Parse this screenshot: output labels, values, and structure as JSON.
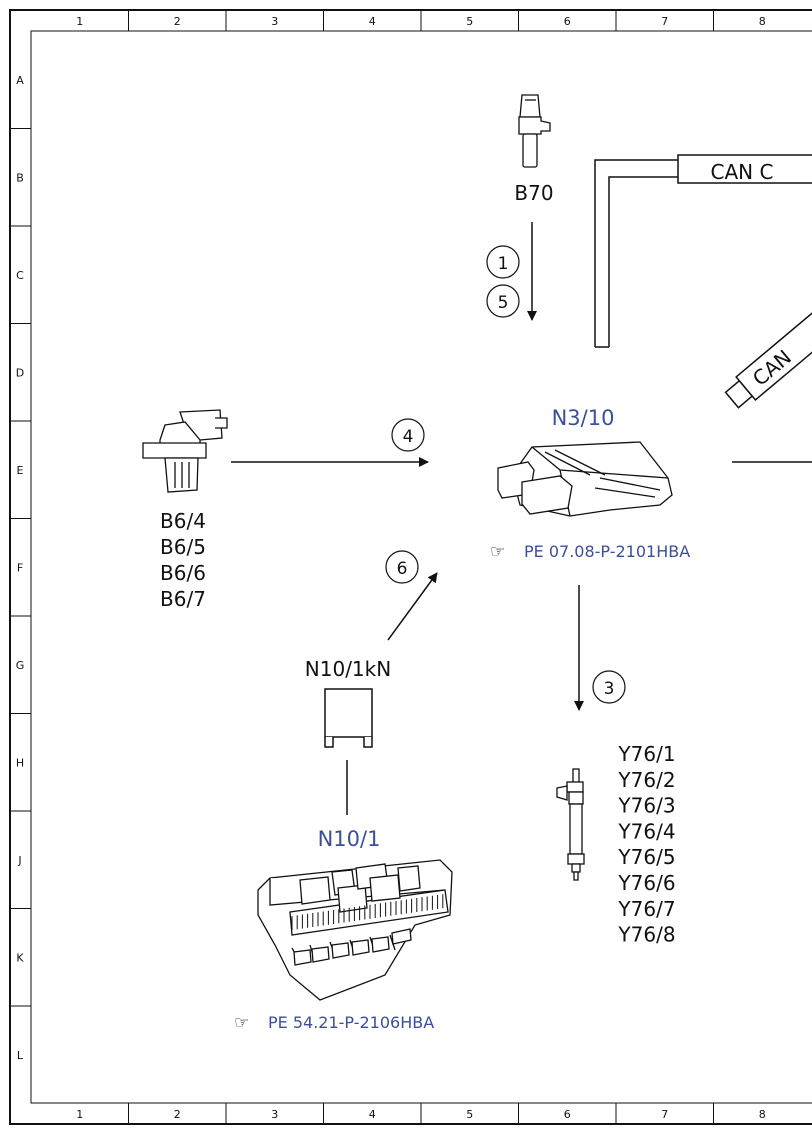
{
  "grid": {
    "columns": [
      "1",
      "2",
      "3",
      "4",
      "5",
      "6",
      "7",
      "8"
    ],
    "rows": [
      "A",
      "B",
      "C",
      "D",
      "E",
      "F",
      "G",
      "H",
      "J",
      "K",
      "L"
    ]
  },
  "components": {
    "b70": {
      "label": "B70"
    },
    "b6": {
      "labels": [
        "B6/4",
        "B6/5",
        "B6/6",
        "B6/7"
      ]
    },
    "n3_10": {
      "label": "N3/10",
      "ref": "PE 07.08-P-2101HBA"
    },
    "n10_1kn": {
      "label": "N10/1kN"
    },
    "n10_1": {
      "label": "N10/1",
      "ref": "PE 54.21-P-2106HBA"
    },
    "y76": {
      "labels": [
        "Y76/1",
        "Y76/2",
        "Y76/3",
        "Y76/4",
        "Y76/5",
        "Y76/6",
        "Y76/7",
        "Y76/8"
      ]
    }
  },
  "buses": {
    "can_c": "CAN C",
    "can_diag": "CAN"
  },
  "signals": {
    "s1": "1",
    "s5": "5",
    "s4": "4",
    "s6": "6",
    "s3": "3"
  },
  "colors": {
    "accent": "#3b4f9c",
    "line": "#111111"
  }
}
